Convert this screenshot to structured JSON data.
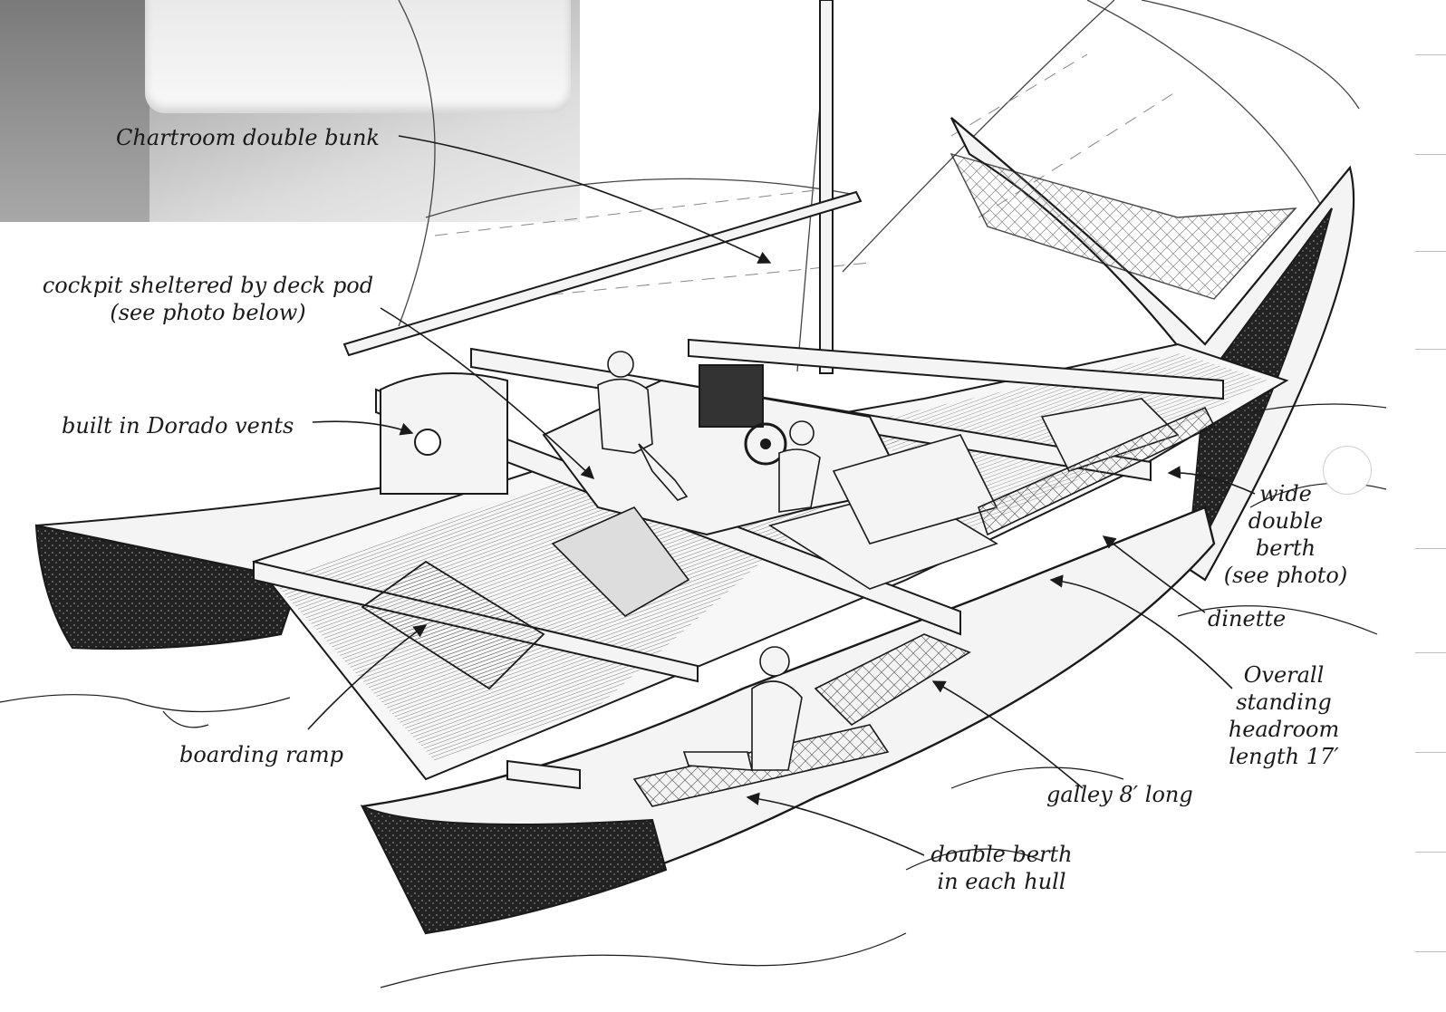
{
  "labels": {
    "chartroom": "Chartroom double bunk",
    "cockpit": [
      "cockpit sheltered by deck pod",
      "(see photo below)"
    ],
    "dorado": "built in Dorado vents",
    "wide_berth": [
      "wide",
      "double",
      "berth",
      "(see photo)"
    ],
    "dinette": "dinette",
    "headroom": [
      "Overall",
      "standing",
      "headroom",
      "length 17′"
    ],
    "galley": "galley 8′ long",
    "double_berth": [
      "double berth",
      "in each hull"
    ],
    "boarding_ramp": "boarding ramp"
  },
  "colors": {
    "ink": "#1a1a1a",
    "hull_fill": "#2b2b2b",
    "deck_fill": "#f4f4f4"
  }
}
